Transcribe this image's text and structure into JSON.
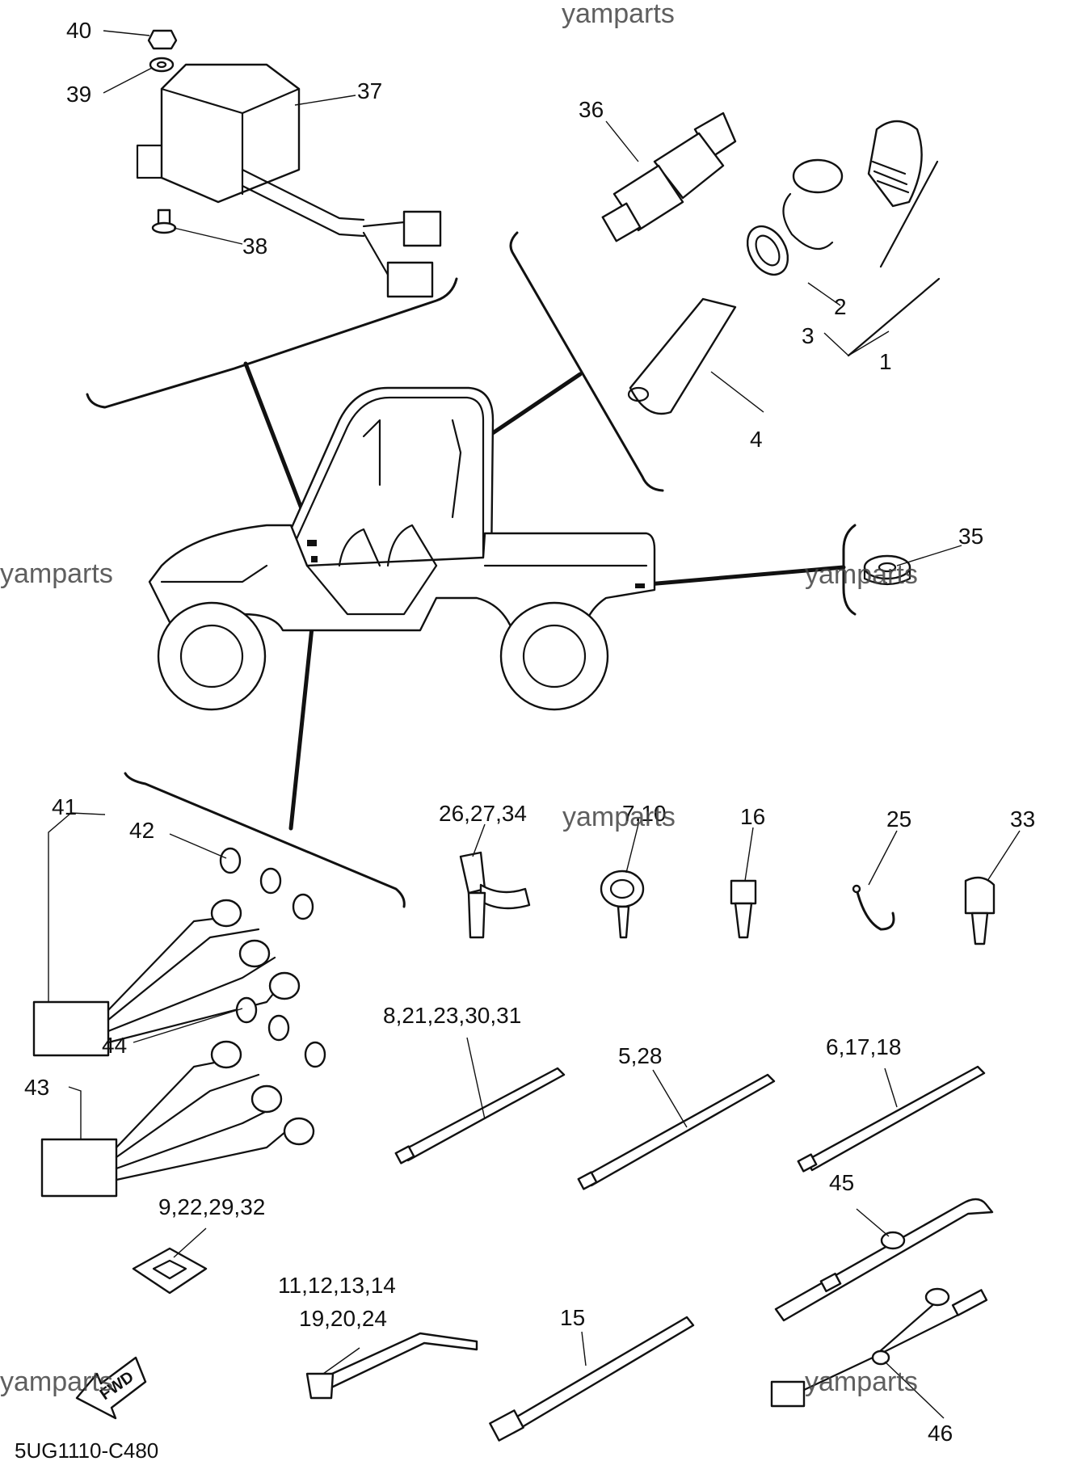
{
  "diagram_code": "5UG1110-C480",
  "watermark": "yamparts",
  "fwd_label": "FWD",
  "callouts": {
    "c1": "1",
    "c2": "2",
    "c3": "3",
    "c4": "4",
    "c35": "35",
    "c36": "36",
    "c37": "37",
    "c38": "38",
    "c39": "39",
    "c40": "40",
    "c41": "41",
    "c42": "42",
    "c43": "43",
    "c44": "44",
    "c45": "45",
    "c46": "46",
    "c15": "15",
    "c16": "16",
    "c25": "25",
    "c33": "33",
    "c_7_10": "7,10",
    "c_26_27_34": "26,27,34",
    "c_8_21_23_30_31": "8,21,23,30,31",
    "c_5_28": "5,28",
    "c_6_17_18": "6,17,18",
    "c_9_22_29_32": "9,22,29,32",
    "c_11_12_13_14": "11,12,13,14",
    "c_19_20_24": "19,20,24"
  }
}
